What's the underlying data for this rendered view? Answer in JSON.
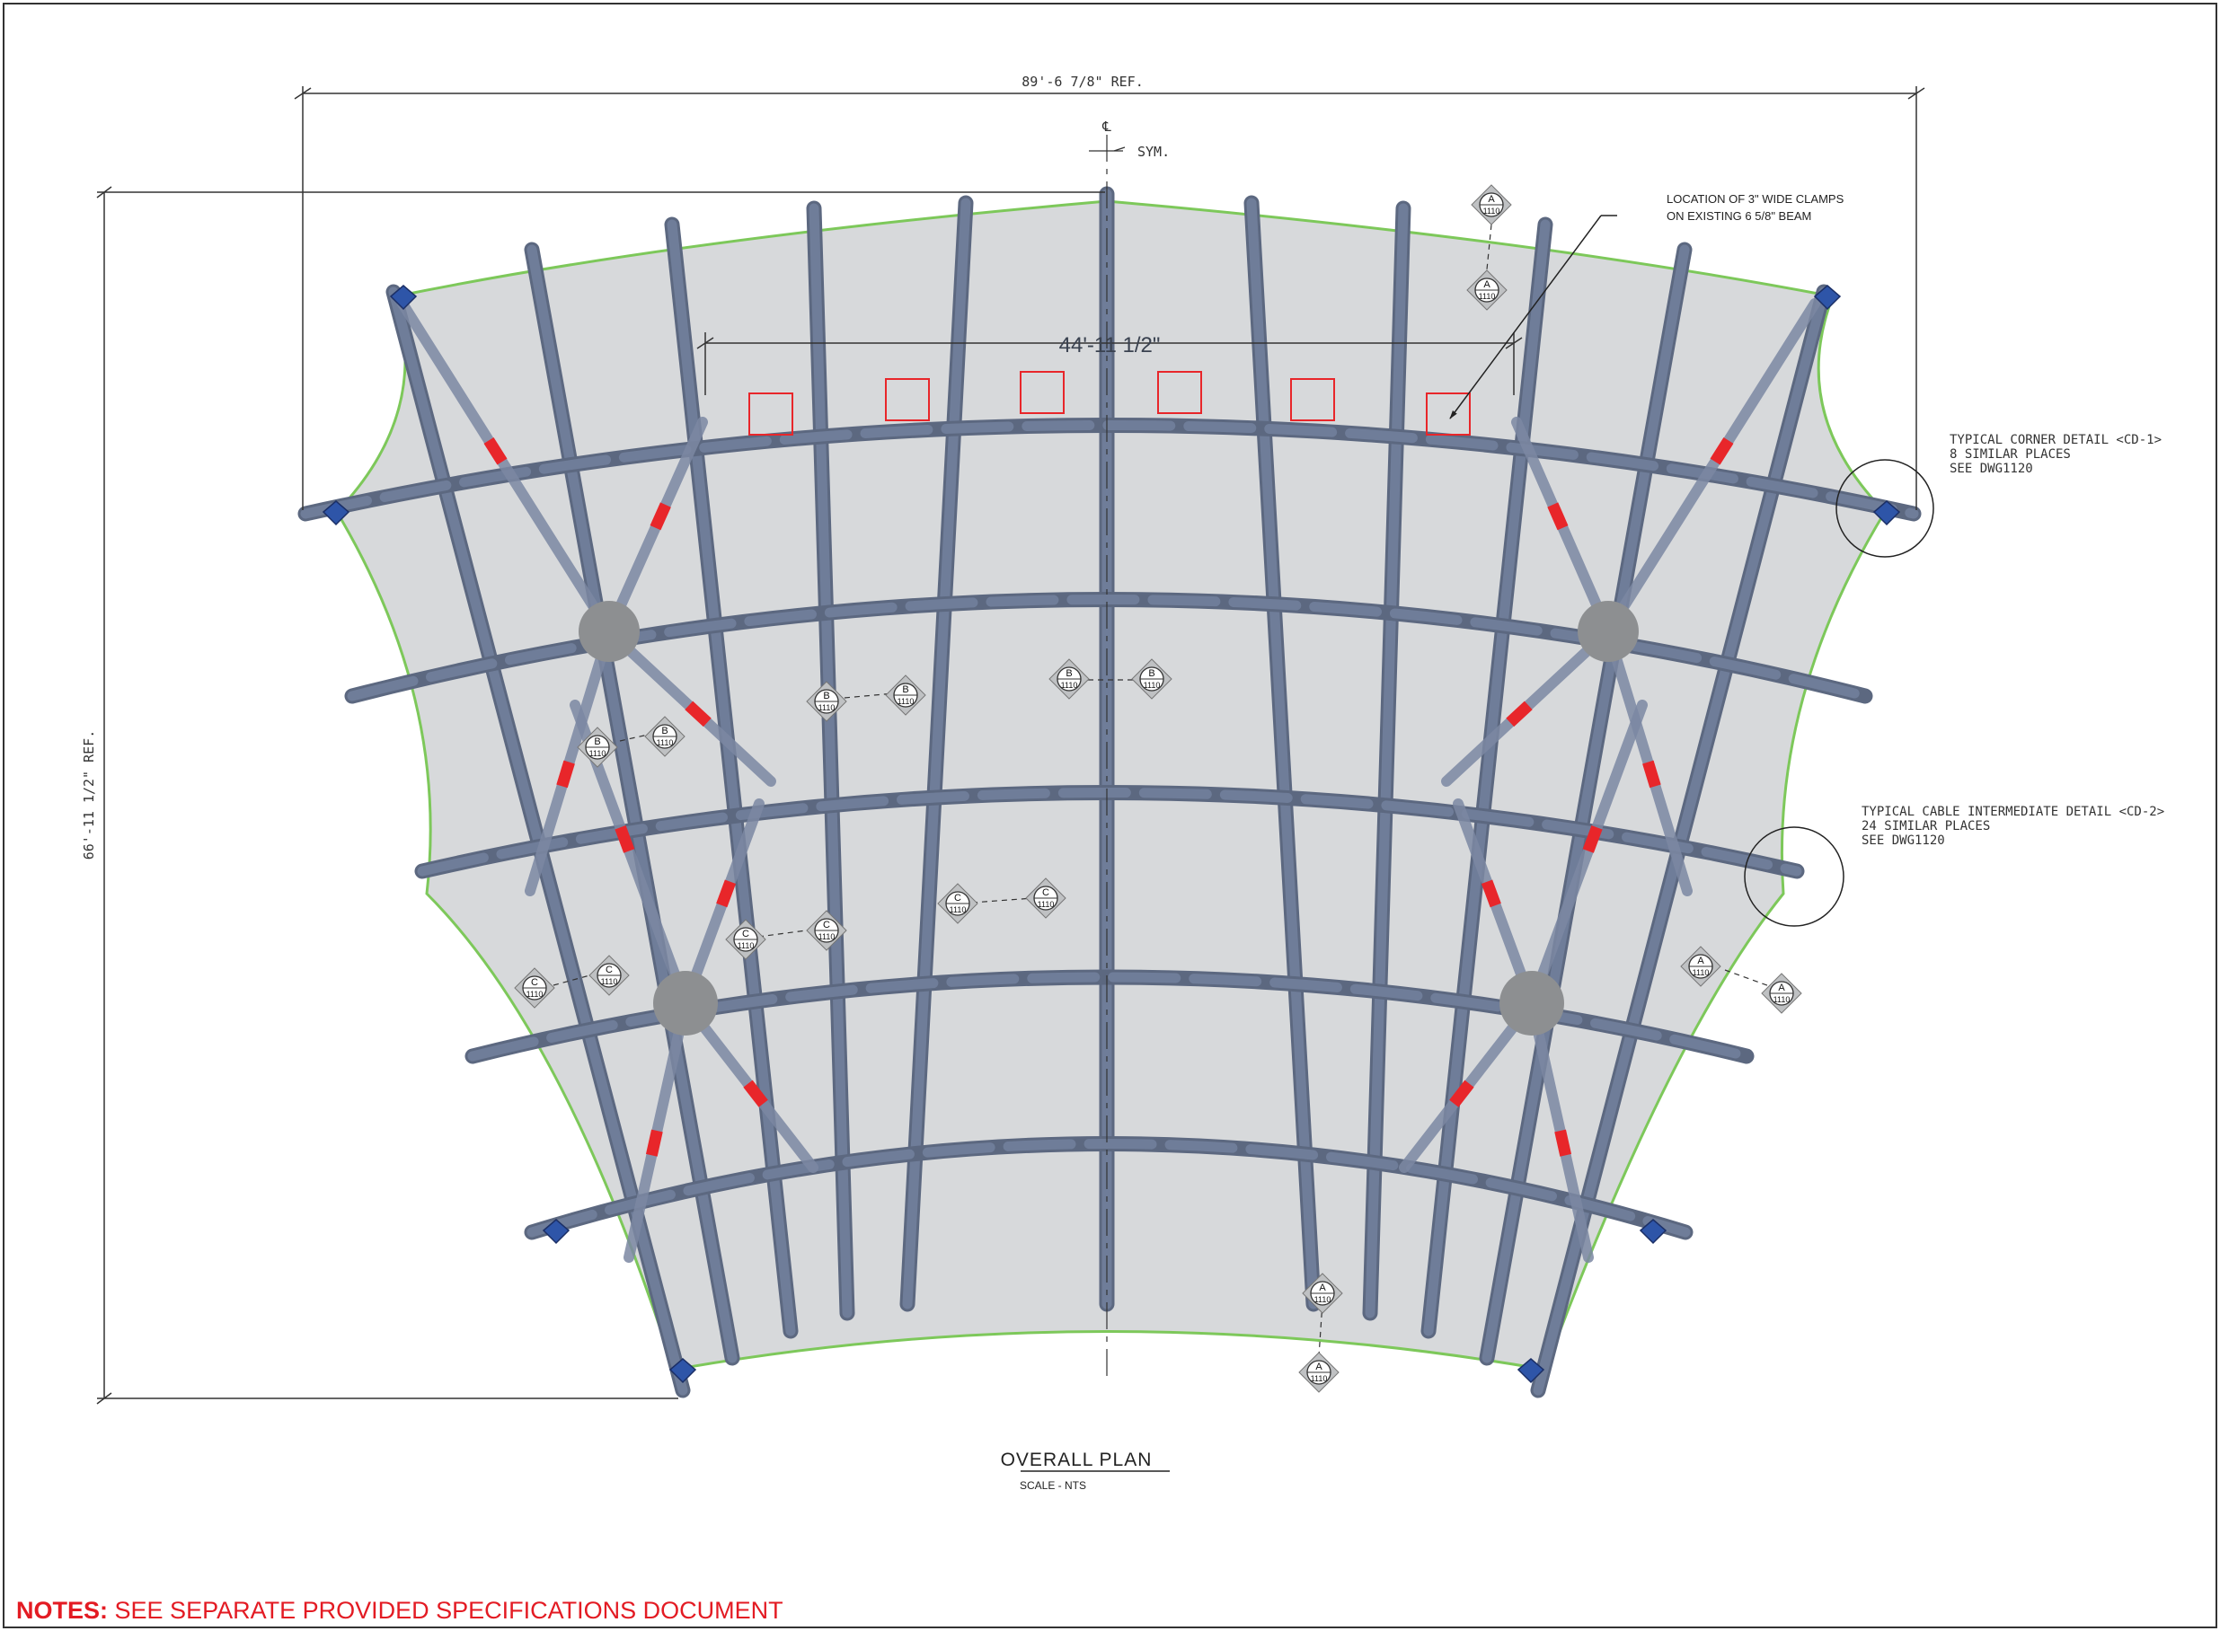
{
  "dimensions": {
    "overall_width": "89'-6 7/8\" REF.",
    "overall_height": "66'-11 1/2\" REF.",
    "inner_width": "44'-11 1/2\""
  },
  "centerline": {
    "symbol": "℄",
    "label": "SYM."
  },
  "callouts": {
    "clamps_line1": "LOCATION OF 3\" WIDE CLAMPS",
    "clamps_line2": "ON EXISTING 6 5/8\" BEAM",
    "corner_line1": "TYPICAL CORNER DETAIL <CD-1>",
    "corner_line2": "8 SIMILAR PLACES",
    "corner_line3": "SEE DWG1120",
    "cable_line1": "TYPICAL CABLE INTERMEDIATE DETAIL <CD-2>",
    "cable_line2": "24 SIMILAR PLACES",
    "cable_line3": "SEE DWG1120"
  },
  "section_tags": [
    {
      "letter": "A",
      "sheet": "1110"
    },
    {
      "letter": "A",
      "sheet": "1110"
    },
    {
      "letter": "A",
      "sheet": "1110"
    },
    {
      "letter": "A",
      "sheet": "1110"
    },
    {
      "letter": "A",
      "sheet": "1110"
    },
    {
      "letter": "A",
      "sheet": "1110"
    },
    {
      "letter": "B",
      "sheet": "1110"
    },
    {
      "letter": "B",
      "sheet": "1110"
    },
    {
      "letter": "B",
      "sheet": "1110"
    },
    {
      "letter": "B",
      "sheet": "1110"
    },
    {
      "letter": "B",
      "sheet": "1110"
    },
    {
      "letter": "B",
      "sheet": "1110"
    },
    {
      "letter": "C",
      "sheet": "1110"
    },
    {
      "letter": "C",
      "sheet": "1110"
    },
    {
      "letter": "C",
      "sheet": "1110"
    },
    {
      "letter": "C",
      "sheet": "1110"
    },
    {
      "letter": "C",
      "sheet": "1110"
    },
    {
      "letter": "C",
      "sheet": "1110"
    }
  ],
  "title": {
    "name": "OVERALL PLAN",
    "scale": "SCALE - NTS"
  },
  "notes": {
    "label": "NOTES:",
    "text": "SEE SEPARATE PROVIDED SPECIFICATIONS DOCUMENT"
  },
  "colors": {
    "membrane": "#d7d9db",
    "edge": "#7dc85a",
    "member": "#6f7d99",
    "highlight": "#e8262a",
    "node": "#8d8f91"
  }
}
